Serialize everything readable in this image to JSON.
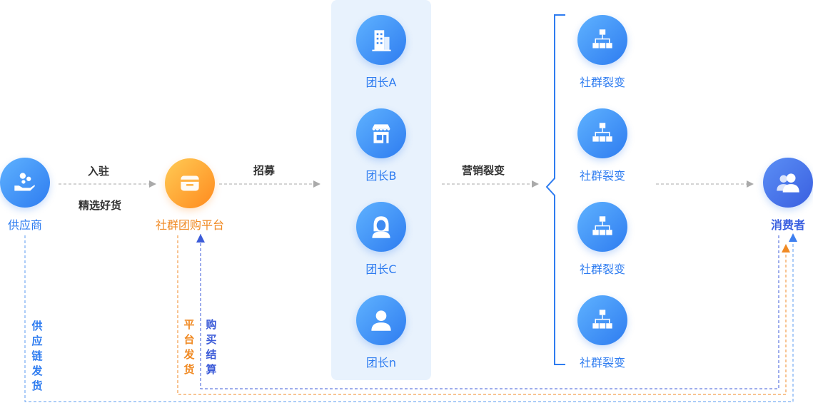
{
  "colors": {
    "primary_blue": "#2e7cf0",
    "orange": "#f08a24",
    "panel_bg": "#e8f2fd",
    "arrow_gray": "#aaaaaa"
  },
  "nodes": {
    "supplier": {
      "label": "供应商",
      "icon": "hand-coins-icon"
    },
    "platform": {
      "label": "社群团购平台",
      "icon": "store-box-icon"
    },
    "consumer": {
      "label": "消费者",
      "icon": "users-icon"
    }
  },
  "leaders": [
    {
      "label": "团长A",
      "icon": "building-icon"
    },
    {
      "label": "团长B",
      "icon": "shop-icon"
    },
    {
      "label": "团长C",
      "icon": "woman-avatar-icon"
    },
    {
      "label": "团长n",
      "icon": "person-avatar-icon"
    }
  ],
  "fission": [
    {
      "label": "社群裂变",
      "icon": "org-chart-icon"
    },
    {
      "label": "社群裂变",
      "icon": "org-chart-icon"
    },
    {
      "label": "社群裂变",
      "icon": "org-chart-icon"
    },
    {
      "label": "社群裂变",
      "icon": "org-chart-icon"
    }
  ],
  "edges": {
    "settle_in": "入驻",
    "selected_goods": "精选好货",
    "recruit": "招募",
    "marketing_fission": "营销裂变"
  },
  "return_flows": {
    "supply_chain_delivery": "供应链发货",
    "platform_delivery": "平台发货",
    "purchase_settlement": "购买结算"
  }
}
